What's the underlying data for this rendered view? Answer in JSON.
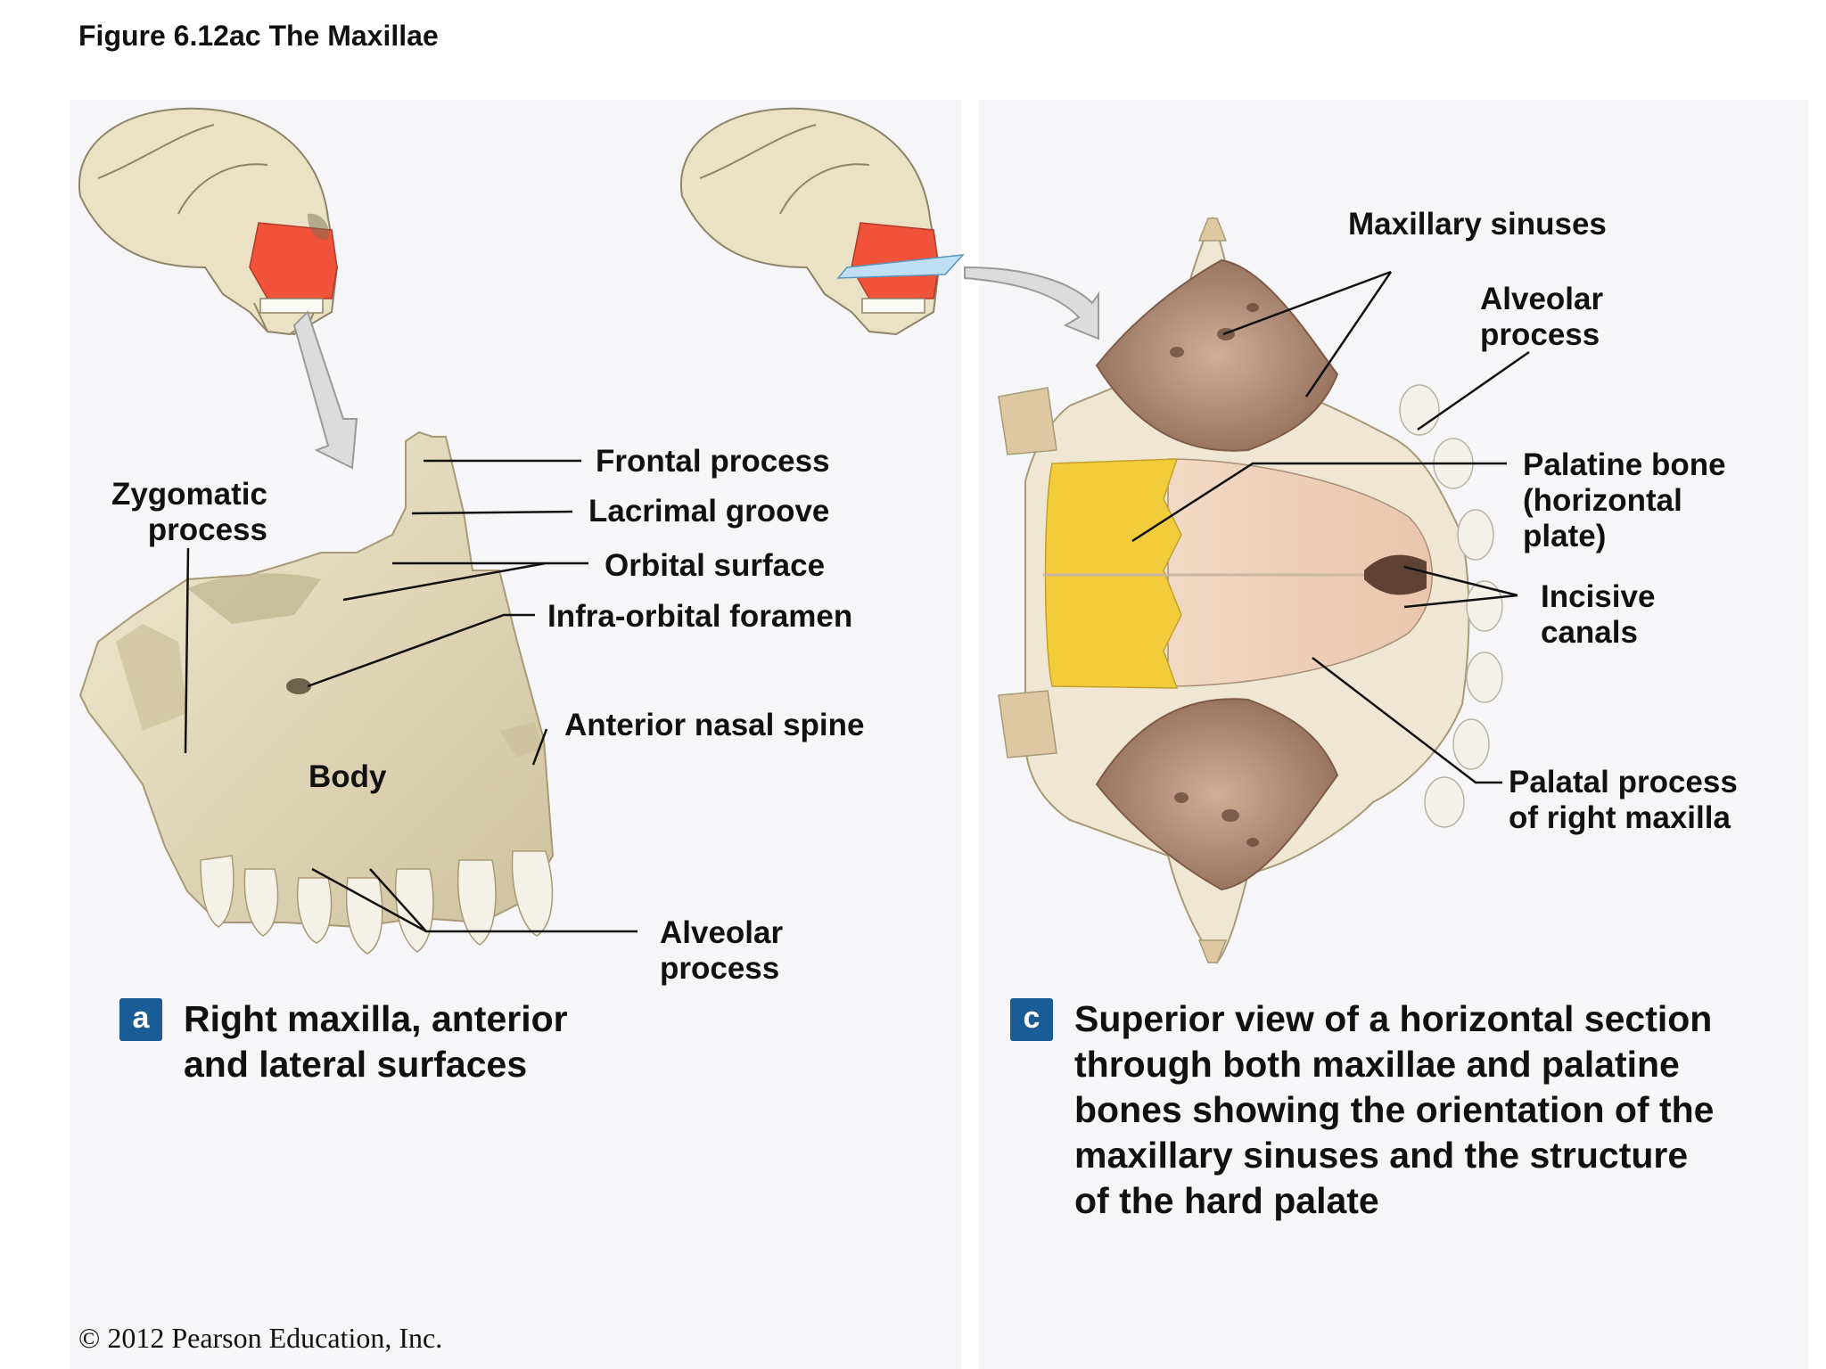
{
  "figure_title": "Figure 6.12ac  The Maxillae",
  "panel_a": {
    "letter": "a",
    "caption": "Right maxilla, anterior and lateral surfaces",
    "labels": {
      "frontal_process": "Frontal process",
      "lacrimal_groove": "Lacrimal groove",
      "orbital_surface": "Orbital surface",
      "infraorbital_foramen": "Infra-orbital foramen",
      "anterior_nasal_spine": "Anterior nasal spine",
      "zygomatic_process_1": "Zygomatic",
      "zygomatic_process_2": "process",
      "body": "Body",
      "alveolar_process_1": "Alveolar",
      "alveolar_process_2": "process"
    }
  },
  "panel_c": {
    "letter": "c",
    "caption_lines": [
      "Superior view of a horizontal section",
      "through both maxillae and palatine",
      "bones showing the orientation of the",
      "maxillary sinuses and the structure",
      "of the hard palate"
    ],
    "labels": {
      "maxillary_sinuses": "Maxillary sinuses",
      "alveolar_process_1": "Alveolar",
      "alveolar_process_2": "process",
      "palatine_bone_1": "Palatine bone",
      "palatine_bone_2": "(horizontal",
      "palatine_bone_3": "plate)",
      "incisive_canals_1": "Incisive",
      "incisive_canals_2": "canals",
      "palatal_process_1": "Palatal process",
      "palatal_process_2": "of right maxilla"
    }
  },
  "copyright": "© 2012 Pearson Education, Inc.",
  "colors": {
    "caption_badge": "#1a5d96",
    "highlight_bone": "#f0523a",
    "palatine_bone": "#f2cc3a",
    "bone": "#e6dcc0",
    "sinus": "#b98f79"
  }
}
